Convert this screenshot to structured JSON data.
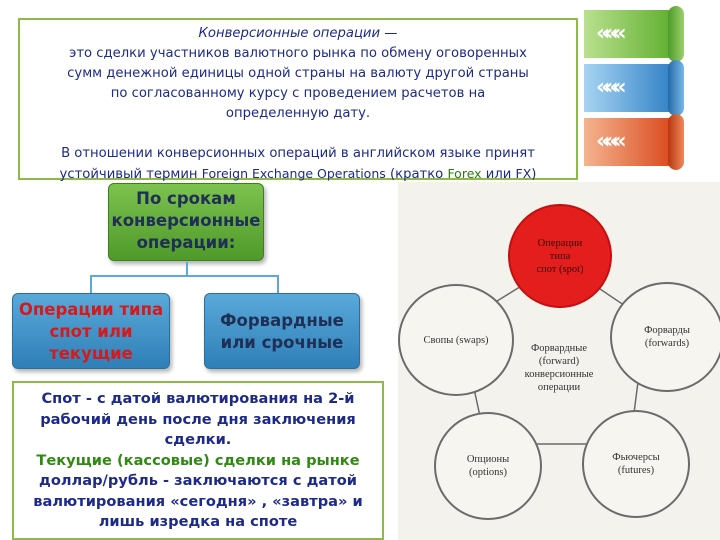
{
  "definition": {
    "title": "Конверсионные операции —",
    "lines": [
      "это сделки участников валютного рынка по обмену оговоренных",
      "сумм денежной единицы одной страны на валюту другой страны",
      "по согласованному курсу с проведением расчетов на",
      "определенную дату."
    ],
    "term_line1": "В отношении конверсионных операций в английском языке принят",
    "term_prefix": "устойчивый термин ",
    "term_english": "Foreign Exchange Operations",
    "term_paren_open": " (кратко ",
    "term_forex": "Forex",
    "term_or": " или ",
    "term_fx": "FX",
    "term_close": ")"
  },
  "hierarchy": {
    "root_lines": [
      "По срокам",
      "конверсионные",
      "операции:"
    ],
    "left_lines": [
      "Операции типа",
      "спот или",
      "текущие"
    ],
    "right_lines": [
      "Форвардные",
      "или срочные"
    ]
  },
  "spot": {
    "l1": "Спот - с датой валютирования на 2-й",
    "l2": "рабочий день после дня заключения",
    "l3": "сделки.",
    "l4": "Текущие (кассовые) сделки на рынке",
    "l5": "доллар/рубль - заключаются с датой",
    "l6": "валютирования «сегодня» , «завтра» и",
    "l7": "лишь изредка на споте"
  },
  "diagram": {
    "spot": [
      "Операции",
      "типа",
      "спот (spot)"
    ],
    "swaps": [
      "Свопы (swaps)"
    ],
    "forwards": [
      "Форварды",
      "(forwards)"
    ],
    "options": [
      "Опционы",
      "(options)"
    ],
    "futures": [
      "Фьючерсы",
      "(futures)"
    ],
    "center": [
      "Форвардные",
      "(forward)",
      "конверсионные",
      "операции"
    ]
  },
  "colors": {
    "tab1": "#7cc24f",
    "tab2": "#3a8fd0",
    "tab3": "#e2572b",
    "accent_green": "#8dbb45",
    "text_blue": "#1d2a8a"
  },
  "icons": [
    "chevron-right-icon",
    "chevron-right-icon",
    "chevron-right-icon"
  ]
}
